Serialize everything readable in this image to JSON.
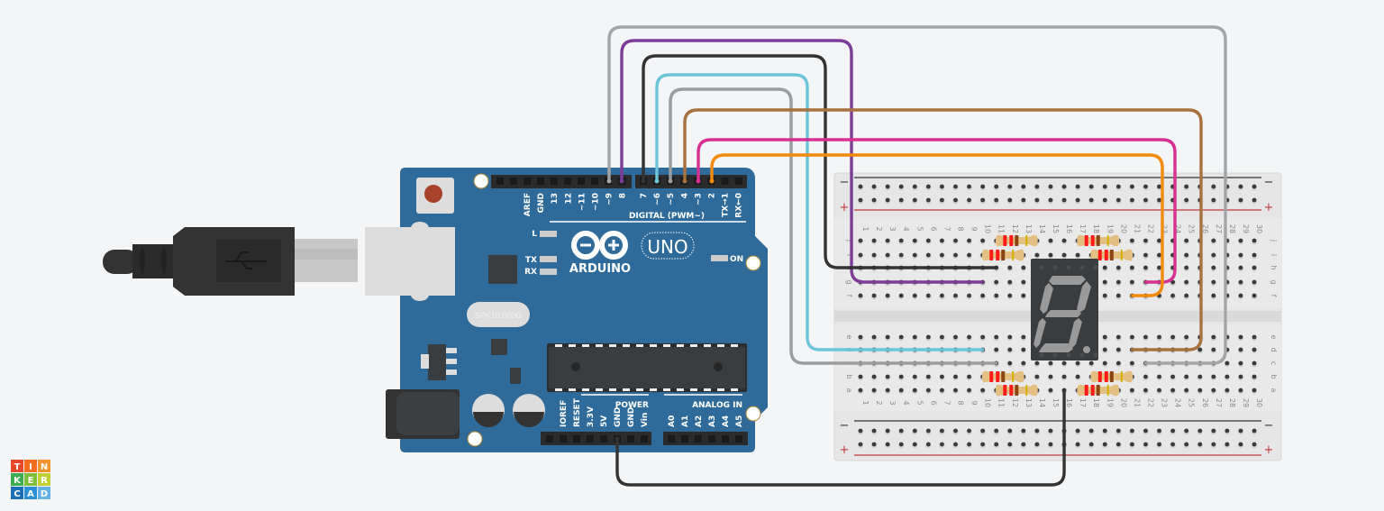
{
  "logo": {
    "letters": [
      "T",
      "I",
      "N",
      "K",
      "E",
      "R",
      "C",
      "A",
      "D"
    ],
    "colors": [
      "#e8472c",
      "#f46d1f",
      "#f4922b",
      "#3dad54",
      "#7dbf3b",
      "#c2d033",
      "#1a6fb5",
      "#2a8fd3",
      "#64b2e3"
    ]
  },
  "arduino": {
    "brand": "ARDUINO",
    "model": "UNO",
    "crystal": "SPK16.000G",
    "digital_label": "DIGITAL (PWM~)",
    "power_label": "POWER",
    "analog_label": "ANALOG IN",
    "led_labels": {
      "l": "L",
      "tx": "TX",
      "rx": "RX",
      "on": "ON"
    },
    "digital_left": [
      "AREF",
      "GND",
      "13",
      "12",
      "~11",
      "~10",
      "~9",
      "8"
    ],
    "digital_right": [
      "7",
      "~6",
      "~5",
      "4",
      "~3",
      "2",
      "TX→1",
      "RX←0"
    ],
    "power_pins": [
      "IOREF",
      "RESET",
      "3.3V",
      "5V",
      "GND",
      "GND",
      "Vin"
    ],
    "analog_pins": [
      "A0",
      "A1",
      "A2",
      "A3",
      "A4",
      "A5"
    ],
    "board_color": "#2f6b9a"
  },
  "breadboard": {
    "columns": 30,
    "rows_top": [
      "j",
      "i",
      "h",
      "g",
      "f"
    ],
    "rows_bottom": [
      "e",
      "d",
      "c",
      "b",
      "a"
    ],
    "rail_minus": "−",
    "rail_plus": "+"
  },
  "resistors": [
    {
      "row": "j",
      "from": 11,
      "to": 14
    },
    {
      "row": "j",
      "from": 17,
      "to": 20
    },
    {
      "row": "i",
      "from": 10,
      "to": 13
    },
    {
      "row": "i",
      "from": 18,
      "to": 21
    },
    {
      "row": "b",
      "from": 10,
      "to": 13
    },
    {
      "row": "b",
      "from": 18,
      "to": 21
    },
    {
      "row": "a",
      "from": 11,
      "to": 14
    },
    {
      "row": "a",
      "from": 17,
      "to": 20
    }
  ],
  "resistor_bands": [
    "#ff1a1a",
    "#ff1a1a",
    "#8b4513",
    "#d4b000"
  ],
  "display": {
    "type": "7-segment",
    "lit": false
  },
  "wires": [
    {
      "from": "D9",
      "to": "c22",
      "color": "#a3a5a8"
    },
    {
      "from": "D8",
      "to": "g10",
      "color": "#7d3c98"
    },
    {
      "from": "D7",
      "to": "h11",
      "color": "#333333"
    },
    {
      "from": "D6",
      "to": "d10",
      "color": "#6cc5d9"
    },
    {
      "from": "D5",
      "to": "c11",
      "color": "#9a9c9e"
    },
    {
      "from": "D4",
      "to": "d21",
      "color": "#a8723e"
    },
    {
      "from": "D3",
      "to": "g22",
      "color": "#d63091"
    },
    {
      "from": "D2",
      "to": "f21",
      "color": "#f28a0c"
    },
    {
      "from": "GND",
      "to": "a16",
      "color": "#333333"
    }
  ]
}
